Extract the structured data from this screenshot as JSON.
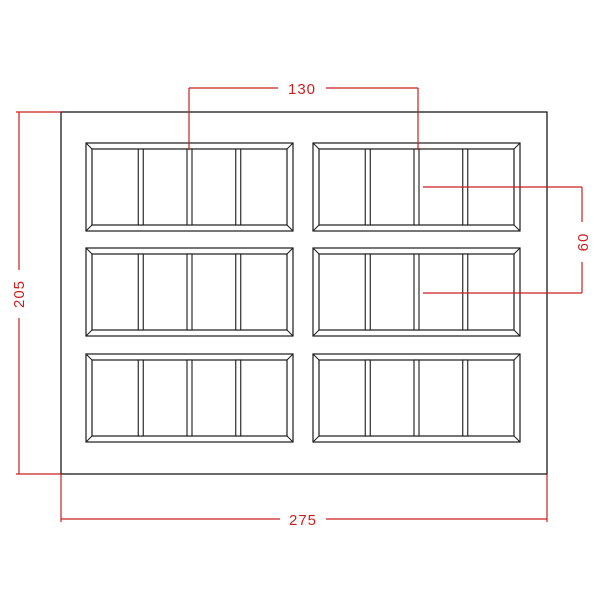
{
  "drawing": {
    "line_color": "#1a1a1a",
    "dimension_color": "#cc1f1f",
    "background": "#ffffff",
    "panel_rows": 3,
    "panel_columns": 2,
    "sections_per_panel": 4
  },
  "dimensions": {
    "overall_width": "275",
    "overall_height": "205",
    "top_span": "130",
    "right_span": "60"
  }
}
